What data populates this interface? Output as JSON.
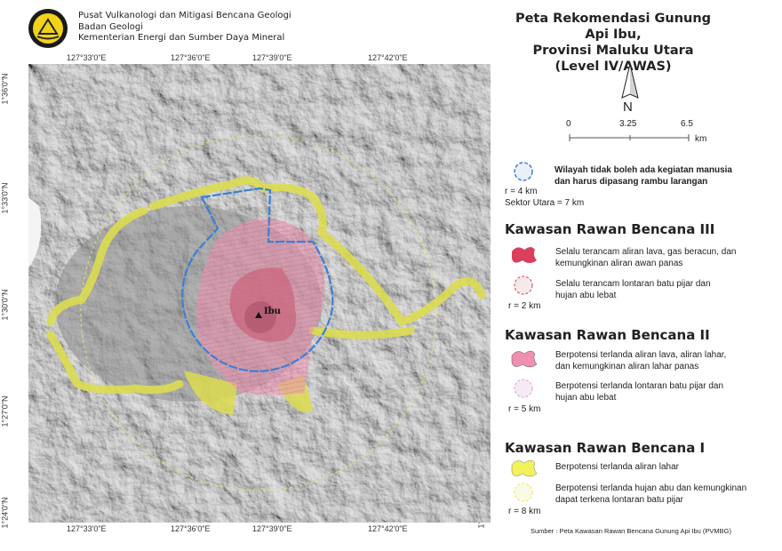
{
  "header": {
    "org_lines": [
      "Pusat Vulkanologi dan Mitigasi Bencana Geologi",
      "Badan Geologi",
      "Kementerian Energi dan Sumber Daya Mineral"
    ]
  },
  "title": {
    "lines": [
      "Peta Rekomendasi Gunung Api Ibu,",
      "Provinsi Maluku Utara",
      "(Level IV/AWAS)"
    ]
  },
  "north_arrow": {
    "label": "N"
  },
  "scale_bar": {
    "ticks": [
      "0",
      "3.25",
      "6.5"
    ],
    "unit": "km"
  },
  "map": {
    "volcano_label": "Ibu",
    "longitude_labels": [
      "127°33'0\"E",
      "127°36'0\"E",
      "127°39'0\"E",
      "127°42'0\"E"
    ],
    "latitude_labels": [
      "1°36'0\"N",
      "1°33'0\"N",
      "1°30'0\"N",
      "1°27'0\"N",
      "1°24'0\"N"
    ]
  },
  "legend": {
    "exclusion": {
      "text": [
        "Wilayah tidak boleh ada kegiatan manusia",
        "dan harus dipasang rambu larangan"
      ],
      "radius": "r = 4 km",
      "sector": "Sektor Utara = 7 km"
    },
    "krb3": {
      "heading": "Kawasan Rawan Bencana III",
      "items": [
        {
          "text": [
            "Selalu terancam aliran lava, gas beracun, dan",
            "kemungkinan aliran awan panas"
          ]
        },
        {
          "text": [
            "Selalu terancam lontaran batu pijar dan",
            "hujan abu lebat"
          ],
          "radius": "r = 2 km"
        }
      ]
    },
    "krb2": {
      "heading": "Kawasan Rawan Bencana II",
      "items": [
        {
          "text": [
            "Berpotensi terlanda aliran lava, aliran lahar,",
            "dan kemungkinan aliran lahar panas"
          ]
        },
        {
          "text": [
            "Berpotensi terlanda lontaran batu pijar dan",
            "hujan abu lebat"
          ],
          "radius": "r = 5 km"
        }
      ]
    },
    "krb1": {
      "heading": "Kawasan Rawan Bencana I",
      "items": [
        {
          "text": [
            "Berpotensi terlanda aliran lahar"
          ]
        },
        {
          "text": [
            "Berpotensi terlanda hujan abu dan kemungkinan",
            "dapat terkena lontaran batu pijar"
          ],
          "radius": "r = 8 km"
        }
      ]
    }
  },
  "source": "Sumber : Peta Kawasan Rawan Bencana Gunung Api Ibu (PVMBG)",
  "colors": {
    "exclusion": "#3a7fd5",
    "krb3": "#d9405e",
    "krb2": "#f08fb0",
    "krb1": "#eef06a",
    "terrain": "#9a9a9a"
  }
}
